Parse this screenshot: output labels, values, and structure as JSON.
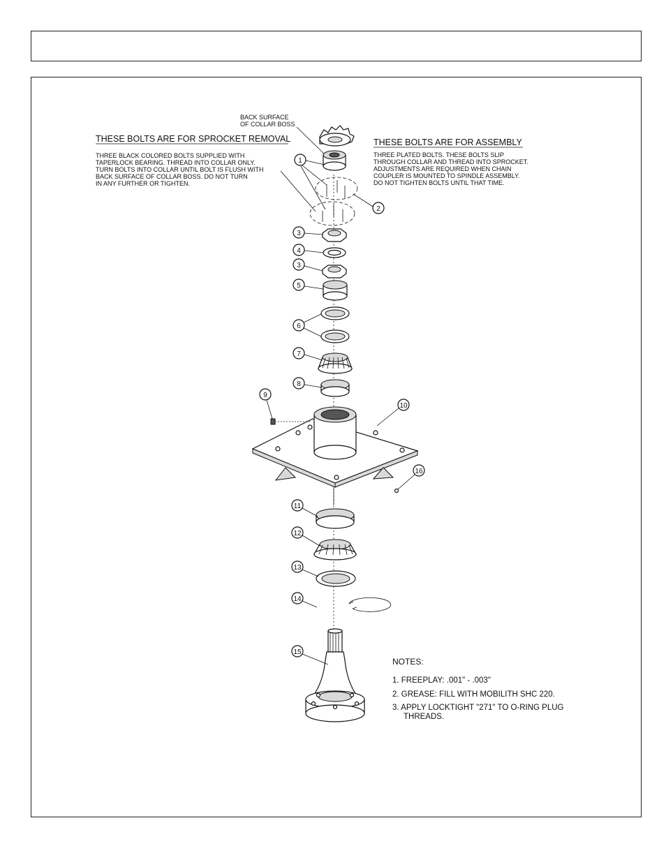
{
  "header": {
    "title": ""
  },
  "left_block": {
    "heading": "THESE BOLTS ARE FOR SPROCKET REMOVAL",
    "lines": [
      "THREE BLACK COLORED BOLTS SUPPLIED WITH",
      "TAPERLOCK BEARING.  THREAD INTO COLLAR ONLY.",
      "TURN BOLTS INTO COLLAR UNTIL BOLT IS FLUSH WITH",
      "BACK SURFACE OF COLLAR BOSS.  DO NOT TURN",
      "IN ANY FURTHER OR TIGHTEN."
    ]
  },
  "right_block": {
    "heading": "THESE BOLTS ARE FOR ASSEMBLY",
    "lines": [
      "THREE PLATED BOLTS.  THESE BOLTS SLIP",
      "THROUGH COLLAR AND THREAD INTO SPROCKET.",
      "ADJUSTMENTS ARE REQUIRED WHEN CHAIN",
      "COUPLER IS MOUNTED TO SPINDLE ASSEMBLY.",
      "DO NOT TIGHTEN BOLTS UNTIL THAT TIME."
    ]
  },
  "back_surface_label": [
    "BACK SURFACE",
    "OF COLLAR BOSS"
  ],
  "callouts": [
    "1",
    "2",
    "3",
    "4",
    "3",
    "5",
    "6",
    "7",
    "8",
    "9",
    "10",
    "16",
    "11",
    "12",
    "13",
    "14",
    "15"
  ],
  "notes": {
    "heading": "NOTES:",
    "items": [
      "1.  FREEPLAY:  .001\" - .003\"",
      "2.  GREASE:  FILL WITH MOBILITH SHC 220.",
      "3.  APPLY LOCKTIGHT \"271\" TO O-RING PLUG",
      "THREADS."
    ]
  }
}
